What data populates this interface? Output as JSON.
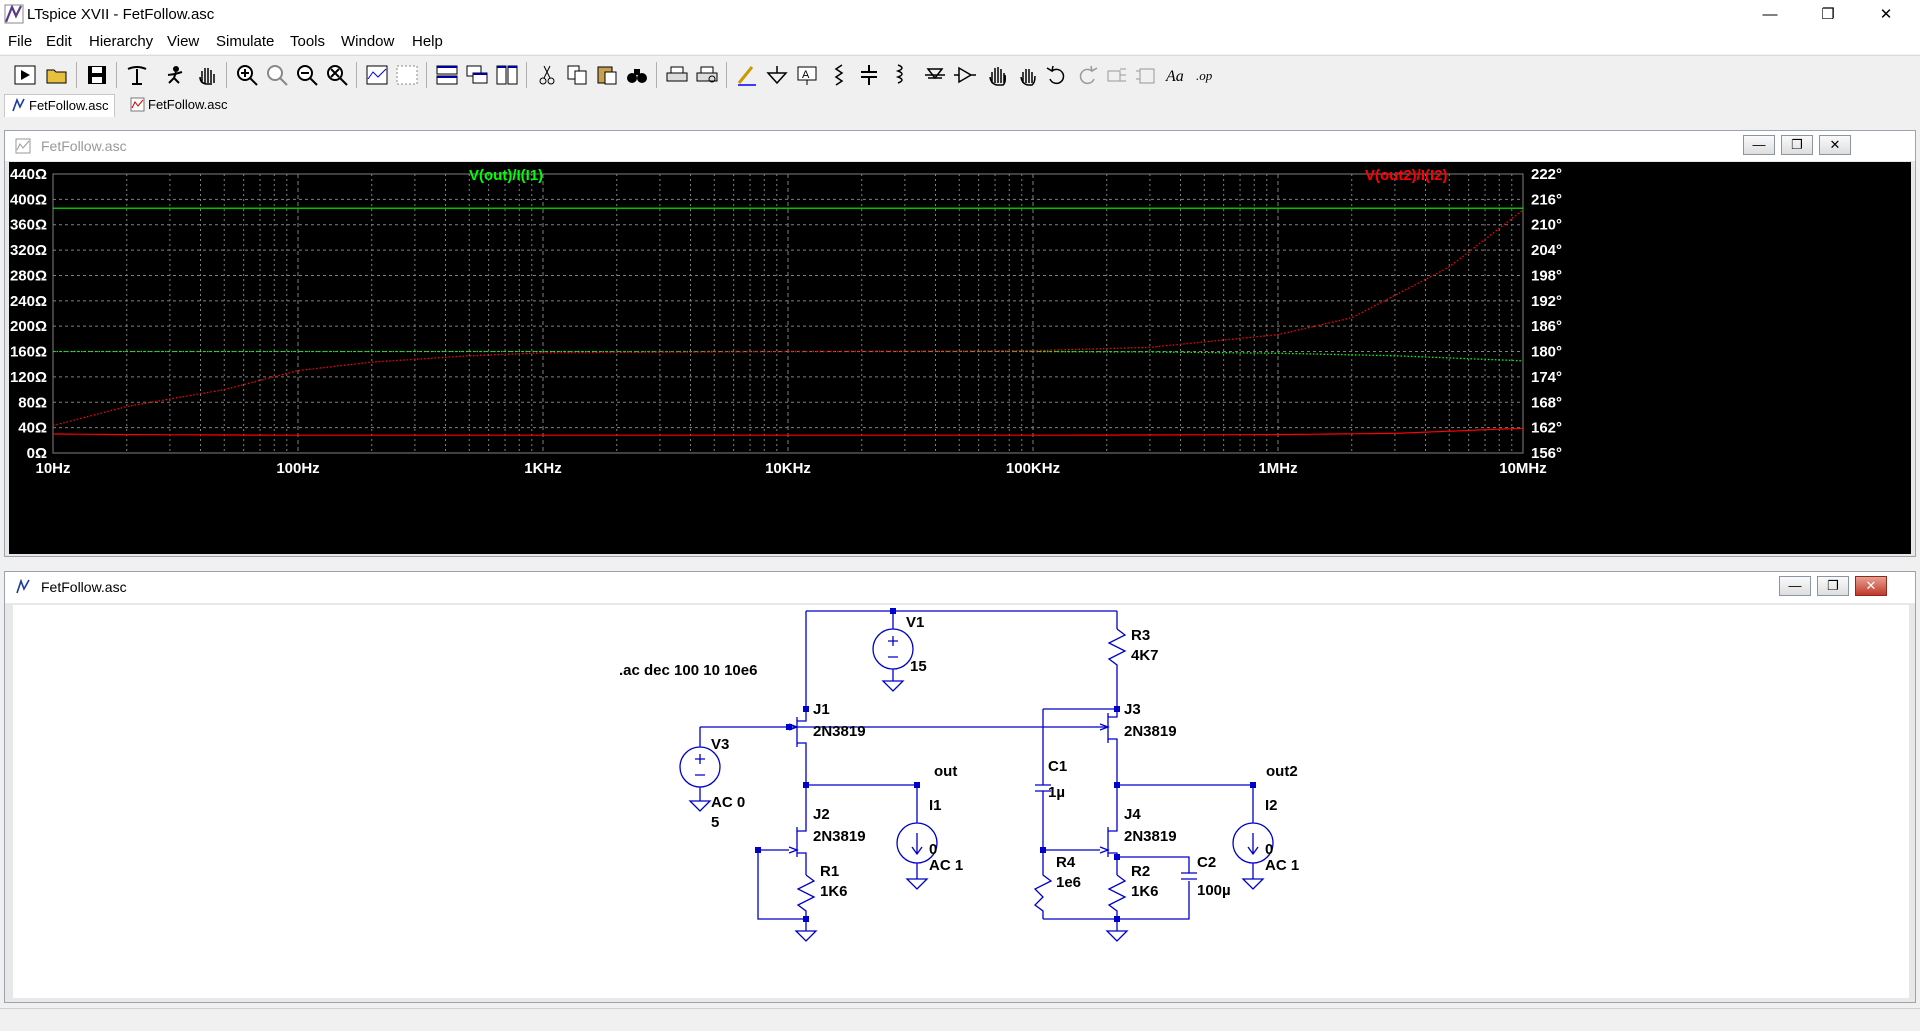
{
  "window": {
    "title": "LTspice XVII - FetFollow.asc",
    "minimize_glyph": "—",
    "restore_glyph": "❐",
    "close_glyph": "✕"
  },
  "menu": [
    "File",
    "Edit",
    "Hierarchy",
    "View",
    "Simulate",
    "Tools",
    "Window",
    "Help"
  ],
  "toolbar_icons": [
    "run-icon",
    "open-icon",
    "save-icon",
    "control-panel-icon",
    "halt-icon",
    "pan-icon",
    "zoom-in-icon",
    "zoom-full-icon",
    "zoom-out-icon",
    "zoom-cancel-icon",
    "autorange-icon",
    "delete-traces-icon",
    "tile-horizontal-icon",
    "cascade-icon",
    "tile-vertical-icon",
    "cut-icon",
    "copy-icon",
    "paste-icon",
    "find-icon",
    "print-icon",
    "print-preview-icon",
    "wire-icon",
    "ground-icon",
    "label-net-icon",
    "resistor-icon",
    "capacitor-icon",
    "inductor-icon",
    "diode-icon",
    "component-icon",
    "move-icon",
    "drag-icon",
    "undo-icon",
    "redo-icon",
    "rotate-icon",
    "mirror-icon",
    "text-icon",
    "spice-directive-icon"
  ],
  "tabs": [
    {
      "label": "FetFollow.asc",
      "icon": "schematic-icon"
    },
    {
      "label": "FetFollow.asc",
      "icon": "waveform-icon"
    }
  ],
  "plot_window": {
    "title": "FetFollow.asc",
    "trace1_label": "V(out)/I(I1)",
    "trace2_label": "V(out2)/I(I2)",
    "trace1_color": "#00ff00",
    "trace2_color": "#ff0000",
    "buttons": [
      "—",
      "❐",
      "✕"
    ]
  },
  "schematic_window": {
    "title": "FetFollow.asc",
    "buttons": [
      "—",
      "❐",
      "✕"
    ],
    "directive": ".ac dec 100 10 10e6",
    "components": [
      {
        "ref": "V1",
        "value": "15"
      },
      {
        "ref": "V3",
        "value": "AC 0",
        "value2": "5"
      },
      {
        "ref": "J1",
        "value": "2N3819"
      },
      {
        "ref": "J2",
        "value": "2N3819"
      },
      {
        "ref": "R1",
        "value": "1K6"
      },
      {
        "ref": "I1",
        "value": "0",
        "value2": "AC 1"
      },
      {
        "ref": "R3",
        "value": "4K7"
      },
      {
        "ref": "J3",
        "value": "2N3819"
      },
      {
        "ref": "C1",
        "value": "1µ"
      },
      {
        "ref": "J4",
        "value": "2N3819"
      },
      {
        "ref": "R4",
        "value": "1e6"
      },
      {
        "ref": "R2",
        "value": "1K6"
      },
      {
        "ref": "C2",
        "value": "100µ"
      },
      {
        "ref": "I2",
        "value": "0",
        "value2": "AC 1"
      }
    ],
    "nets": [
      "out",
      "out2"
    ],
    "wire_color": "#0000cc",
    "component_color": "#0000cc"
  },
  "chart_data": {
    "type": "line",
    "xscale": "log",
    "xlim": [
      10,
      10000000
    ],
    "x_ticks": [
      "10Hz",
      "100Hz",
      "1KHz",
      "10KHz",
      "100KHz",
      "1MHz",
      "10MHz"
    ],
    "y_left_ticks": [
      "440Ω",
      "400Ω",
      "360Ω",
      "320Ω",
      "280Ω",
      "240Ω",
      "200Ω",
      "160Ω",
      "120Ω",
      "80Ω",
      "40Ω",
      "0Ω"
    ],
    "y_left_lim": [
      0,
      440
    ],
    "y_right_ticks": [
      "222°",
      "216°",
      "210°",
      "204°",
      "198°",
      "192°",
      "186°",
      "180°",
      "174°",
      "168°",
      "162°",
      "156°"
    ],
    "y_right_lim": [
      156,
      222
    ],
    "grid": true,
    "series": [
      {
        "name": "V(out)/I(I1)",
        "color": "#00ff00",
        "style": "solid",
        "axis": "left",
        "x": [
          10,
          100,
          1000,
          10000,
          100000,
          1000000,
          10000000
        ],
        "y": [
          386,
          386,
          386,
          386,
          386,
          386,
          386
        ]
      },
      {
        "name": "V(out)/I(I1)",
        "color": "#00ff00",
        "style": "dotted",
        "axis": "right",
        "x": [
          10,
          100,
          1000,
          10000,
          100000,
          300000,
          1000000,
          3000000,
          10000000
        ],
        "y": [
          180,
          180,
          180,
          180,
          180,
          179.9,
          179.6,
          179,
          177.8
        ]
      },
      {
        "name": "V(out2)/I(I2)",
        "color": "#ff0000",
        "style": "solid",
        "axis": "left",
        "x": [
          10,
          20,
          100,
          1000,
          10000,
          100000,
          1000000,
          3000000,
          10000000
        ],
        "y": [
          30,
          29,
          28,
          28,
          28,
          28,
          29,
          31,
          39
        ]
      },
      {
        "name": "V(out2)/I(I2)",
        "color": "#ff0000",
        "style": "dotted",
        "axis": "right",
        "x": [
          10,
          20,
          50,
          100,
          200,
          500,
          1000,
          10000,
          100000,
          300000,
          1000000,
          2000000,
          5000000,
          10000000
        ],
        "y": [
          162.5,
          167,
          171,
          175.5,
          177.5,
          179,
          179.7,
          180,
          180.2,
          181,
          184,
          188,
          200,
          213.5
        ]
      }
    ]
  }
}
